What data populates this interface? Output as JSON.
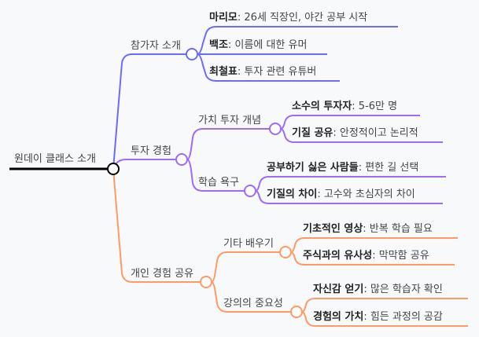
{
  "root": {
    "label": "원데이 클래스 소개"
  },
  "colors": {
    "root": "#000000",
    "branch1": "#6b6bff",
    "branch2": "#9b6bff",
    "branch3": "#ff9966"
  },
  "branches": [
    {
      "label": "참가자 소개",
      "leaves": [
        {
          "bold": "마리모",
          "text": ": 26세 직장인, 야간 공부 시작"
        },
        {
          "bold": "백조",
          "text": ": 이름에 대한 유머"
        },
        {
          "bold": "최철표",
          "text": ": 투자 관련 유튜버"
        }
      ]
    },
    {
      "label": "투자 경험",
      "children": [
        {
          "label": "가치 투자 개념",
          "leaves": [
            {
              "bold": "소수의 투자자",
              "text": ": 5-6만 명"
            },
            {
              "bold": "기질 공유",
              "text": ": 안정적이고 논리적"
            }
          ]
        },
        {
          "label": "학습 욕구",
          "leaves": [
            {
              "bold": "공부하기 싫은 사람들",
              "text": ": 편한 길 선택"
            },
            {
              "bold": "기질의 차이",
              "text": ": 고수와 초심자의 차이"
            }
          ]
        }
      ]
    },
    {
      "label": "개인 경험 공유",
      "children": [
        {
          "label": "기타 배우기",
          "leaves": [
            {
              "bold": "기초적인 영상",
              "text": ": 반복 학습 필요"
            },
            {
              "bold": "주식과의 유사성",
              "text": ": 막막함 공유"
            }
          ]
        },
        {
          "label": "강의의 중요성",
          "leaves": [
            {
              "bold": "자신감 얻기",
              "text": ": 많은 학습자 확인"
            },
            {
              "bold": "경험의 가치",
              "text": ": 힘든 과정의 공감"
            }
          ]
        }
      ]
    }
  ]
}
